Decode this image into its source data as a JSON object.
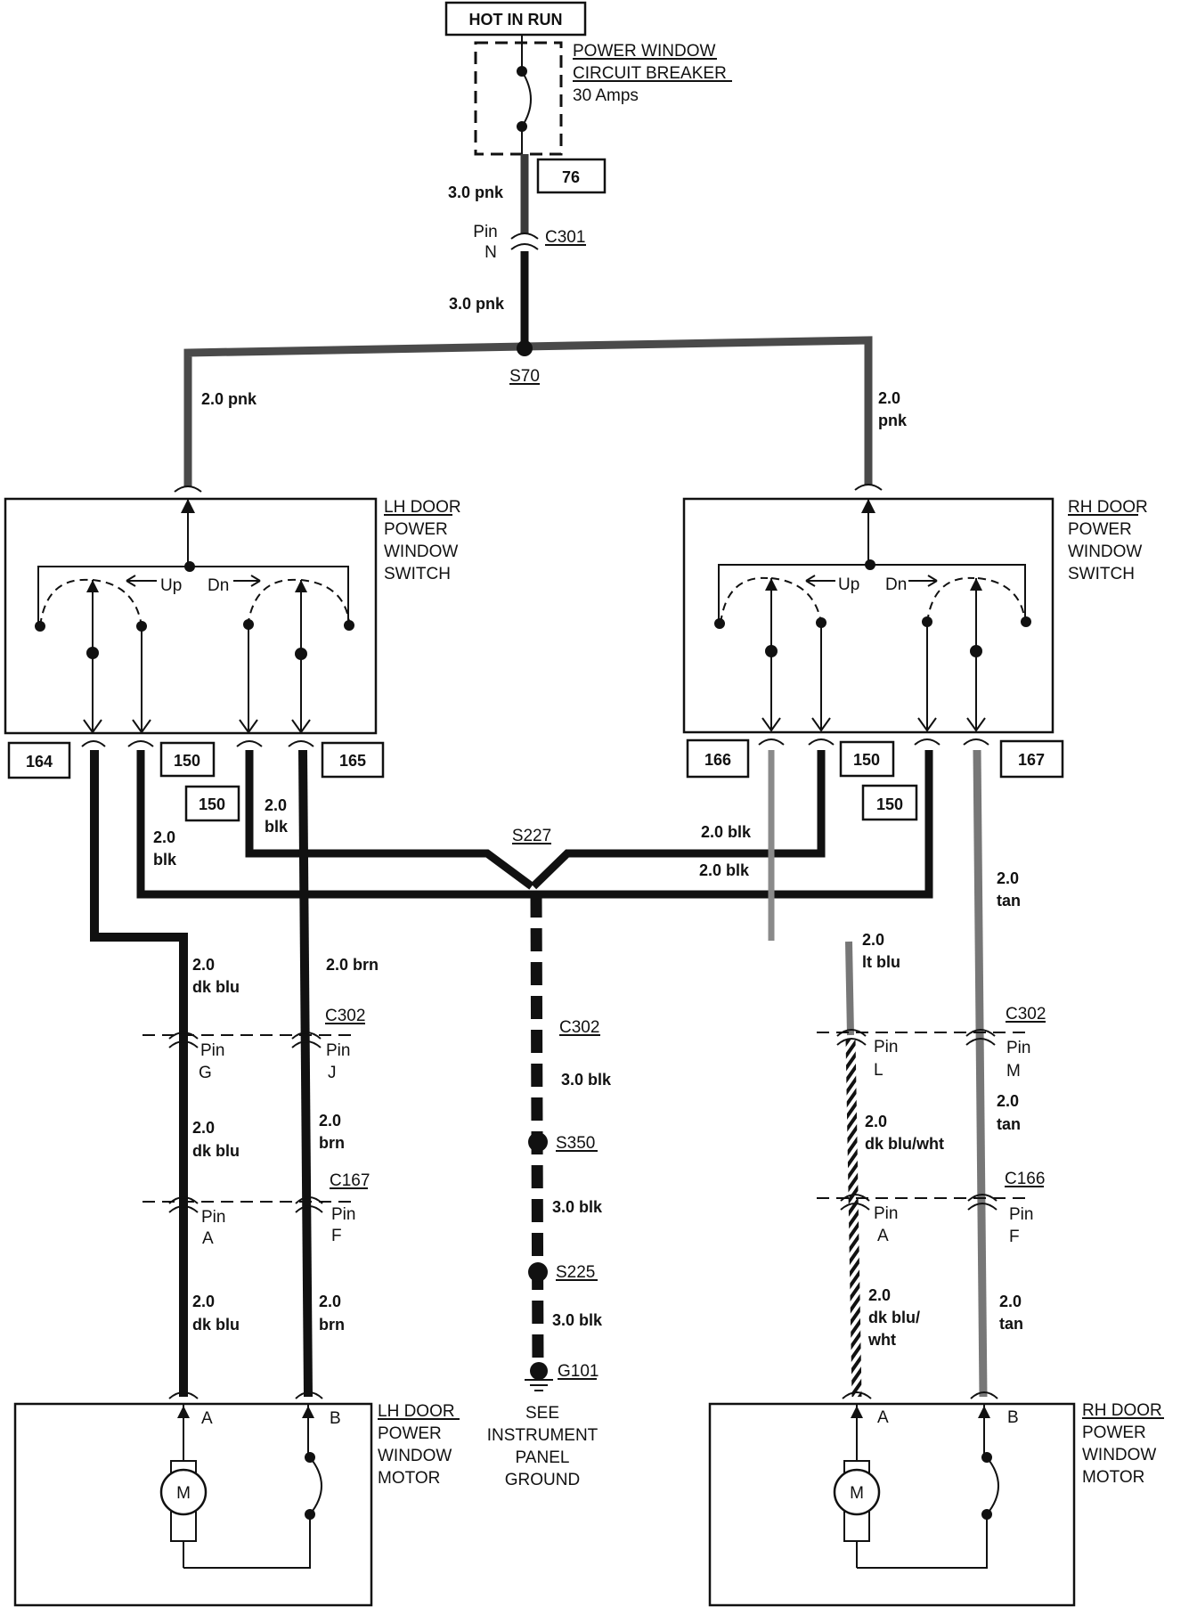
{
  "power": {
    "source": "HOT IN RUN",
    "breaker_line1": "POWER WINDOW",
    "breaker_line2": "CIRCUIT BREAKER",
    "breaker_rating": "30 Amps",
    "ref": "76"
  },
  "wires": {
    "w_3pnk_a": "3.0 pnk",
    "w_3pnk_b": "3.0 pnk",
    "w_2pnk_l": "2.0 pnk",
    "w_2pnk_r_1": "2.0",
    "w_2pnk_r_2": "pnk",
    "w_2blk_l1_1": "2.0",
    "w_2blk_l1_2": "blk",
    "w_2blk_l2_1": "2.0",
    "w_2blk_l2_2": "blk",
    "w_2blk_r1": "2.0 blk",
    "w_2blk_r2": "2.0 blk",
    "w_2tan_top_1": "2.0",
    "w_2tan_top_2": "tan",
    "w_2dkblu_1a": "2.0",
    "w_2dkblu_1b": "dk blu",
    "w_2brn_1": "2.0 brn",
    "w_2ltblu_1": "2.0",
    "w_2ltblu_2": "lt blu",
    "w_3blk_1": "3.0 blk",
    "w_3blk_2": "3.0 blk",
    "w_3blk_3": "3.0 blk",
    "w_2dkblu_2a": "2.0",
    "w_2dkblu_2b": "dk blu",
    "w_2brn_2a": "2.0",
    "w_2brn_2b": "brn",
    "w_2dkbluwht_1a": "2.0",
    "w_2dkbluwht_1b": "dk blu/wht",
    "w_2tan_mid_1": "2.0",
    "w_2tan_mid_2": "tan",
    "w_2dkblu_3a": "2.0",
    "w_2dkblu_3b": "dk blu",
    "w_2brn_3a": "2.0",
    "w_2brn_3b": "brn",
    "w_2dkbluwht_2a": "2.0",
    "w_2dkbluwht_2b": "dk blu/",
    "w_2dkbluwht_2c": "wht",
    "w_2tan_bot_1": "2.0",
    "w_2tan_bot_2": "tan"
  },
  "connectors": {
    "c301": "C301",
    "c301_pin_1": "Pin",
    "c301_pin_2": "N",
    "c302_l": "C302",
    "c302_mid": "C302",
    "c302_r": "C302",
    "pin_g_1": "Pin",
    "pin_g_2": "G",
    "pin_j_1": "Pin",
    "pin_j_2": "J",
    "pin_l_1": "Pin",
    "pin_l_2": "L",
    "pin_m_1": "Pin",
    "pin_m_2": "M",
    "c167": "C167",
    "c166": "C166",
    "pin_a_l_1": "Pin",
    "pin_a_l_2": "A",
    "pin_f_l_1": "Pin",
    "pin_f_l_2": "F",
    "pin_a_r_1": "Pin",
    "pin_a_r_2": "A",
    "pin_f_r_1": "Pin",
    "pin_f_r_2": "F"
  },
  "splices": {
    "s70": "S70",
    "s227": "S227",
    "s350": "S350",
    "s225": "S225",
    "g101": "G101"
  },
  "ground_note": [
    "SEE",
    "INSTRUMENT",
    "PANEL",
    "GROUND"
  ],
  "lh_switch": {
    "label": [
      "LH DOOR",
      "POWER",
      "WINDOW",
      "SWITCH"
    ],
    "up": "Up",
    "dn": "Dn",
    "refs": [
      "164",
      "150",
      "165",
      "150"
    ]
  },
  "rh_switch": {
    "label": [
      "RH DOOR",
      "POWER",
      "WINDOW",
      "SWITCH"
    ],
    "up": "Up",
    "dn": "Dn",
    "refs": [
      "166",
      "150",
      "167",
      "150"
    ]
  },
  "lh_motor": {
    "label": [
      "LH DOOR",
      "POWER",
      "WINDOW",
      "MOTOR"
    ],
    "term_a": "A",
    "term_b": "B",
    "motor": "M"
  },
  "rh_motor": {
    "label": [
      "RH DOOR",
      "POWER",
      "WINDOW",
      "MOTOR"
    ],
    "term_a": "A",
    "term_b": "B",
    "motor": "M"
  }
}
